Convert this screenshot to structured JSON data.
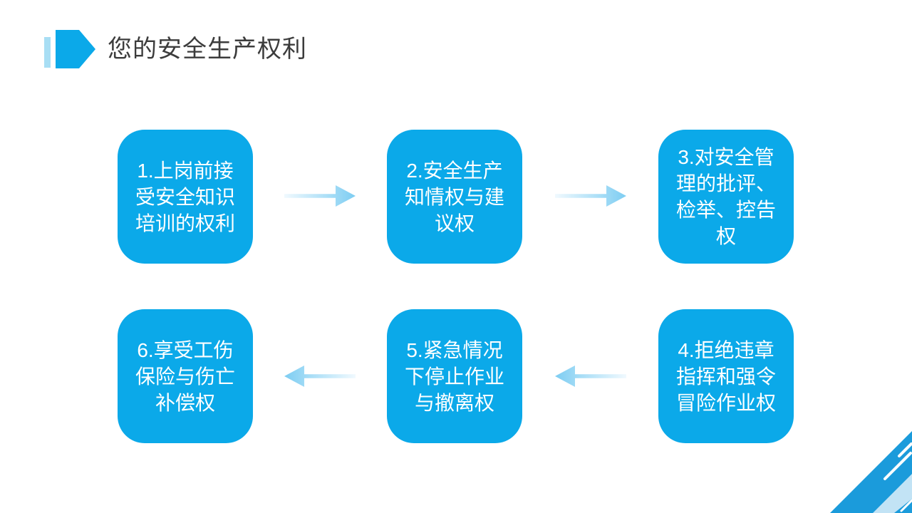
{
  "slide": {
    "title": "您的安全生产权利"
  },
  "colors": {
    "box_blue": "#0ba9e9",
    "box_text": "#ffffff",
    "title_text": "#3c3c3c",
    "title_accent": "#0ba9e9",
    "title_accent_light": "#a8def4",
    "arrow_light": "#f0f9fe",
    "arrow_dark": "#7dcdf2",
    "corner_blue": "#1b9bdb",
    "corner_light": "#c2e3f5",
    "background": "#ffffff"
  },
  "flow": {
    "direction_top_row": "right",
    "direction_bottom_row": "left",
    "top": [
      {
        "id": "1",
        "label": "1.上岗前接\n受安全知识\n培训的权利"
      },
      {
        "id": "2",
        "label": "2.安全生产\n知情权与建\n议权"
      },
      {
        "id": "3",
        "label": "3.对安全管\n理的批评、\n检举、控告\n权"
      }
    ],
    "bottom": [
      {
        "id": "6",
        "label": "6.享受工伤\n保险与伤亡\n补偿权"
      },
      {
        "id": "5",
        "label": "5.紧急情况\n下停止作业\n与撤离权"
      },
      {
        "id": "4",
        "label": "4.拒绝违章\n指挥和强令\n冒险作业权"
      }
    ]
  }
}
